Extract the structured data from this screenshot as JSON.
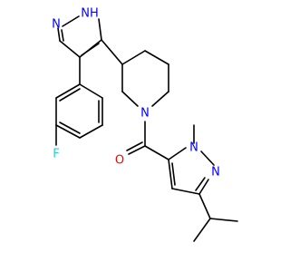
{
  "molecule": {
    "labels": {
      "nh": "NH",
      "n_pyrazole_top": "N",
      "f": "F",
      "n_piperidine": "N",
      "o": "O",
      "n_methyl": "N",
      "n_pyrazole_bottom": "N"
    },
    "colors": {
      "bond": "#000000",
      "nitrogen": "#0000ff",
      "oxygen": "#ff0000",
      "fluorine": "#33cccc"
    }
  }
}
